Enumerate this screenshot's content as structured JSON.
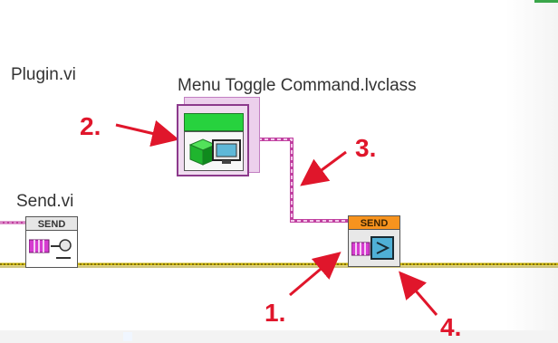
{
  "window": {
    "plugin_vi_label": "Plugin.vi",
    "class_title": "Menu Toggle Command.lvclass",
    "send_vi_label": "Send.vi"
  },
  "nodes": {
    "send_small_header": "SEND",
    "send_big_header": "SEND"
  },
  "callouts": {
    "one": "1.",
    "two": "2.",
    "three": "3.",
    "four": "4."
  },
  "colors": {
    "callout": "#e0162b",
    "class_wire": "#c040a0",
    "error_wire": "#b8a000",
    "send_header_orange": "#f7931e",
    "class_green": "#27d23e"
  },
  "icons": {
    "class_cube": "green-cube-icon",
    "class_monitor": "monitor-icon",
    "send_queue": "queue-icon",
    "send_arrow": "send-arrow-icon"
  }
}
